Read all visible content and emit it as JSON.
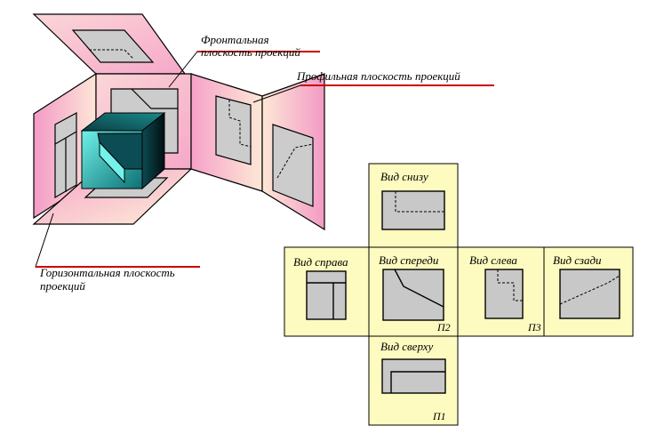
{
  "annotations": {
    "frontal_line1": "Фронтальная",
    "frontal_line2": "плоскость проекций",
    "profile": "Профильная плоскость проекций",
    "horizontal_line1": "Горизонтальная плоскость",
    "horizontal_line2": "проекций"
  },
  "views": {
    "bottom": "Вид снизу",
    "right": "Вид справа",
    "front": "Вид спереди",
    "left": "Вид слева",
    "back": "Вид сзади",
    "top": "Вид сверху"
  },
  "plane_marks": {
    "p1": "П1",
    "p2": "П2",
    "p3": "П3"
  },
  "colors": {
    "panel_fill": "#fdfbbf",
    "view_fill": "#c8c8c8",
    "leader": "#cc0000",
    "pink": "#f4a0c8",
    "cyan": "#3fd0c8"
  }
}
